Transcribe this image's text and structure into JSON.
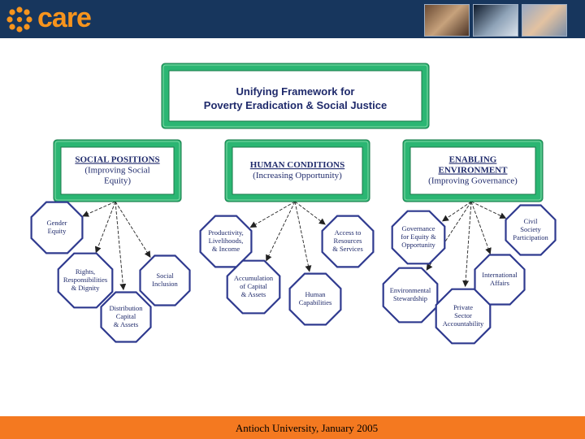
{
  "header": {
    "logo_text": "care",
    "colors": {
      "bar": "#17365d",
      "logo": "#f7941d"
    },
    "photos": [
      "photo-child-1",
      "photo-child-2",
      "photo-child-3"
    ]
  },
  "diagram": {
    "title_lines": [
      "Unifying Framework for",
      "Poverty Eradication & Social Justice"
    ],
    "pillars": [
      {
        "head_lines": [
          "SOCIAL POSITIONS"
        ],
        "sub_lines": [
          "(Improving Social",
          "Equity)"
        ],
        "children": [
          [
            "Gender",
            "Equity"
          ],
          [
            "Rights,",
            "Responsibilities",
            "& Dignity"
          ],
          [
            "Social",
            "Inclusion"
          ],
          [
            "Distribution",
            "Capital",
            "& Assets"
          ]
        ]
      },
      {
        "head_lines": [
          "HUMAN CONDITIONS"
        ],
        "sub_lines": [
          "(Increasing Opportunity)"
        ],
        "children": [
          [
            "Productivity,",
            "Livelihoods,",
            "& Income"
          ],
          [
            "Access to",
            "Resources",
            "& Services"
          ],
          [
            "Accumulation",
            "of Capital",
            "& Assets"
          ],
          [
            "Human",
            "Capabilities"
          ]
        ]
      },
      {
        "head_lines": [
          "ENABLING",
          "ENVIRONMENT"
        ],
        "sub_lines": [
          "(Improving Governance)"
        ],
        "children": [
          [
            "Governance",
            "for Equity &",
            "Opportunity"
          ],
          [
            "Civil",
            "Society",
            "Participation"
          ],
          [
            "Environmental",
            "Stewardship"
          ],
          [
            "International",
            "Affairs"
          ],
          [
            "Private",
            "Sector",
            "Accountability"
          ]
        ]
      }
    ],
    "colors": {
      "frame": "#2bb673",
      "frame_light": "#7fd6a3",
      "octagon_border": "#2f3a8f",
      "text": "#1f2a6b"
    }
  },
  "footer": {
    "text": "Antioch University, January 2005",
    "color": "#f47920"
  }
}
